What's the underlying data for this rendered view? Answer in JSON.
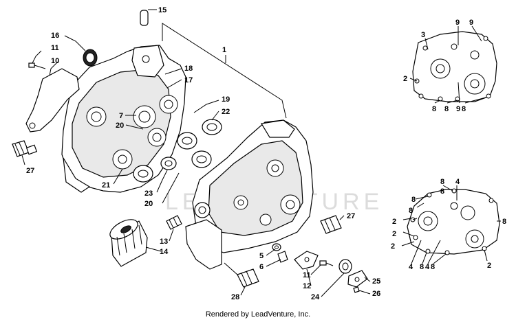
{
  "diagram": {
    "watermark": "LEADVENTURE",
    "footer": "Rendered by LeadVenture, Inc.",
    "callouts": {
      "c15": "15",
      "c1": "1",
      "c16": "16",
      "c11a": "11",
      "c10": "10",
      "c18": "18",
      "c17": "17",
      "c19": "19",
      "c22": "22",
      "c7": "7",
      "c20a": "20",
      "c27a": "27",
      "c21": "21",
      "c23": "23",
      "c20b": "20",
      "c27b": "27",
      "c13": "13",
      "c14": "14",
      "c5": "5",
      "c6": "6",
      "c11b": "11",
      "c12": "12",
      "c25": "25",
      "c26": "26",
      "c24": "24",
      "c28": "28",
      "r1_3": "3",
      "r1_9a": "9",
      "r1_9b": "9",
      "r1_2": "2",
      "r1_8a": "8",
      "r1_8b": "8",
      "r1_9c": "9",
      "r1_8c": "8",
      "r2_8a": "8",
      "r2_8b": "8",
      "r2_4a": "4",
      "r2_8c": "8",
      "r2_8d": "8",
      "r2_2a": "2",
      "r2_8e": "8",
      "r2_2b": "2",
      "r2_2c": "2",
      "r2_4b": "4",
      "r2_8f": "8",
      "r2_4c": "4",
      "r2_8g": "8",
      "r2_2d": "2"
    }
  }
}
